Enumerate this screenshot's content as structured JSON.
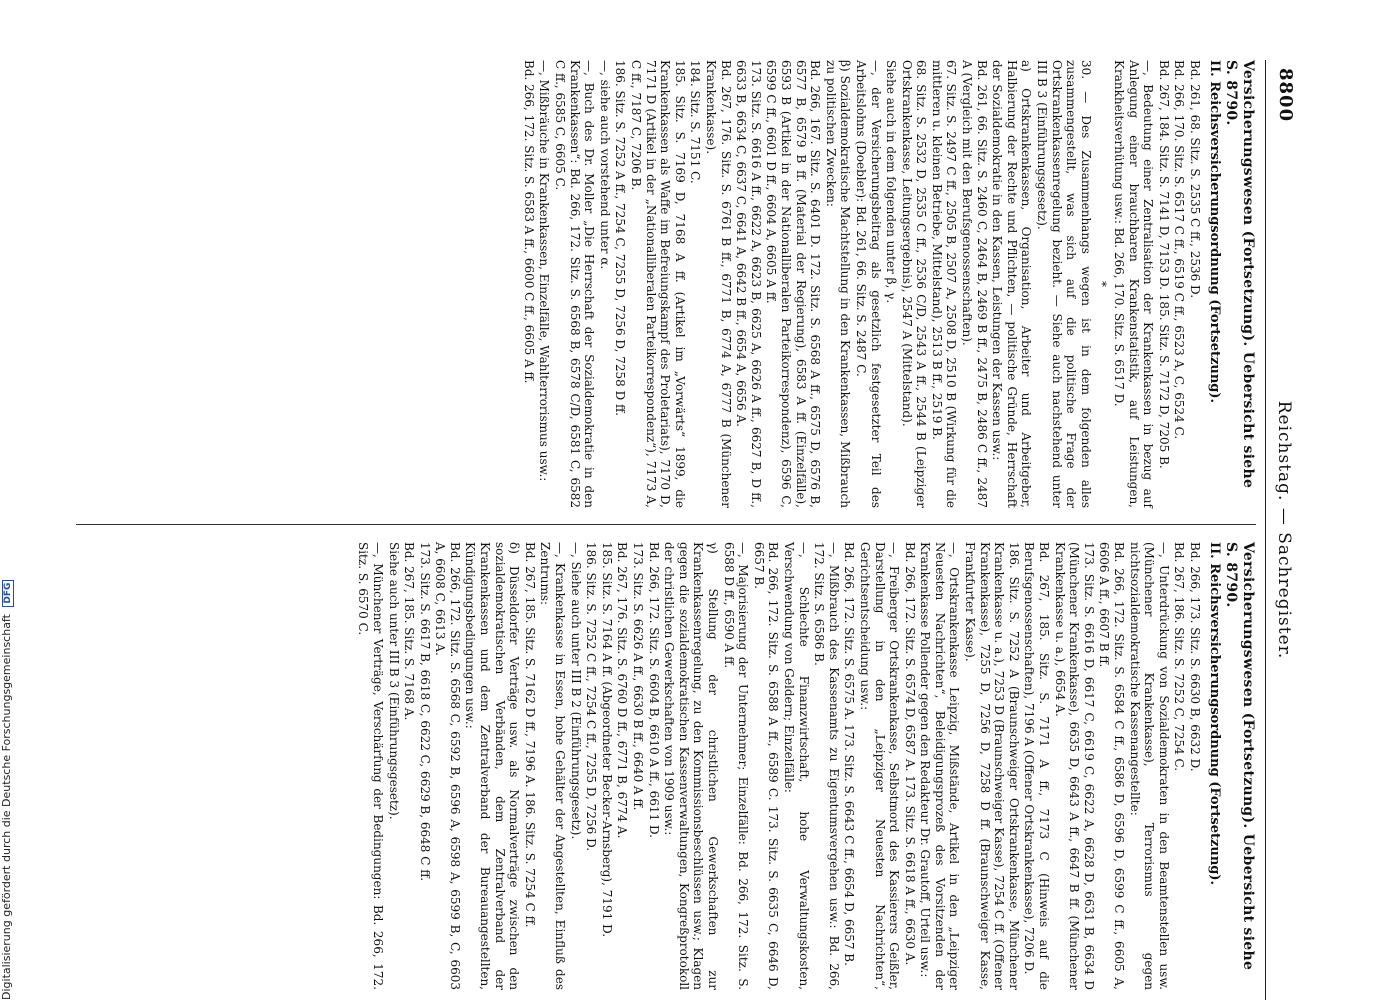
{
  "running_head": {
    "page_number": "8800",
    "title": "Reichstag. — Sachregister."
  },
  "left_column": {
    "heading": "Versicherungswesen (Fortsetzung). Uebersicht siehe S. 8790.",
    "subheading": "II. Reichsversicherungsordnung (Fortsetzung).",
    "entries": [
      "Bd. 261, 68. Sitz. S. 2535 C ff., 2536 D.",
      "Bd. 266, 170. Sitz. S. 6517 C ff., 6519 C ff., 6523 A, C, 6524 C.",
      "Bd. 267, 184. Sitz. S. 7141 D, 7153 D. 185. Sitz. S. 7172 D, 7205 B.",
      "—, Bedeutung einer Zentralisation der Krankenkassen in bezug auf Anlegung einer brauchbaren Krankenstatistik, auf Leistungen, Krankheitsverhütung usw.: Bd. 266, 170. Sitz. S. 6517 D.",
      "*",
      "30. — Des Zusammenhangs wegen ist in dem folgenden alles zusammengestellt, was sich auf die politische Frage der Ortskrankenkassenregelung bezieht. — Siehe auch nachstehend unter III B 3 (Einführungsgesetz).",
      "a) Ortskrankenkassen, Organisation, Arbeiter und Arbeitgeber, Halbierung der Rechte und Pflichten, — politische Gründe, Herrschaft der Sozialdemokratie in den Kassen, Leistungen der Kassen usw.:",
      "Bd. 261, 66. Sitz. S. 2460 C, 2464 B, 2469 B ff., 2475 B, 2486 C ff., 2487 A (Vergleich mit den Berufsgenossenschaften).",
      "67. Sitz. S. 2497 C ff., 2505 B, 2507 A, 2508 D, 2510 B (Wirkung für die mittleren u. kleinen Betriebe, Mittelstand), 2513 B ff., 2519 B.",
      "68. Sitz. S. 2532 D, 2535 C ff., 2536 C/D, 2543 A ff., 2544 B (Leipziger Ortskrankenkasse, Leitungsergebnis), 2547 A (Mittelstand).",
      "Siehe auch in dem folgenden unter β, γ.",
      "—, der Versicherungsbeitrag als gesetzlich festgesetzter Teil des Arbeitslohns (Doebler): Bd. 261, 66. Sitz. S. 2487 C.",
      "β) Sozialdemokratische Machtstellung in den Krankenkassen, Mißbrauch zu politischen Zwecken:",
      "Bd. 266, 167. Sitz. S. 6401 D. 172. Sitz. S. 6568 A ff., 6575 D, 6576 B, 6577 B, 6579 B ff. (Material der Regierung), 6583 A ff. (Einzelfälle), 6593 B (Artikel in der Nationalliberalen Parteikorrespondenz), 6596 C, 6599 C ff., 6601 D ff., 6604 A, 6605 A ff.",
      "173. Sitz. S. 6616 A ff., 6622 A, 6623 B, 6625 A, 6626 A ff., 6627 B, D ff., 6633 B, 6634 C, 6637 C, 6641 A, 6642 B ff., 6654 A, 6656 A.",
      "Bd. 267, 176. Sitz. S. 6761 B ff., 6771 B, 6774 A, 6777 B (Münchener Krankenkasse).",
      "184. Sitz. S. 7151 C.",
      "185. Sitz. S. 7169 D, 7168 A ff. (Artikel im „Vorwärts“ 1899, die Krankenkassen als Waffe im Befreiungskampf des Proletariats), 7170 D, 7171 D (Artikel in der „Nationalliberalen Parteikorrespondenz“), 7173 A, C ff., 7187 C, 7206 B.",
      "186. Sitz. S. 7252 A ff., 7254 C, 7255 D, 7256 D, 7258 D ff.",
      "—, siehe auch vorstehend unter α.",
      "—, Buch des Dr. Moller „Die Herrschaft der Sozialdemokratie in den Krankenkassen“: Bd. 266, 172. Sitz. S. 6568 B, 6578 C/D, 6581 C, 6582 C ff., 6585 C, 6605 C.",
      "—, Mißbräuche in Krankenkassen, Einzelfälle, Wahlterrorismus usw.:",
      "Bd. 266, 172. Sitz. S. 6583 A ff., 6600 C ff., 6605 A ff."
    ]
  },
  "right_column": {
    "heading": "Versicherungswesen (Fortsetzung). Uebersicht siehe S. 8790.",
    "subheading": "II. Reichsversicherungsordnung (Fortsetzung).",
    "entries": [
      "Bd. 266, 173. Sitz. S. 6630 B, 6632 D.",
      "Bd. 267, 186. Sitz. S. 7252 C, 7254 C.",
      "—, Unterdrückung von Sozialdemokraten in den Beamtenstellen usw. (Münchener Krankenkasse), Terrorismus gegen nichtsozialdemokratische Kassenangestellte:",
      "Bd. 266, 172. Sitz. S. 6584 C ff., 6586 D, 6596 D, 6599 C ff., 6605 A, 6606 A ff., 6607 B ff.",
      "173. Sitz. S. 6616 D, 6617 C, 6619 C, 6622 A, 6628 D, 6631 B, 6634 D (Münchener Krankenkasse), 6635 D, 6643 A ff., 6647 B ff. (Münchener Krankenkasse u. a.), 6654 A.",
      "Bd. 267, 185. Sitz. S. 7171 A ff., 7173 C (Hinweis auf die Berufsgenossenschaften), 7196 A (Offener Ortskrankenkasse), 7206 D.",
      "186. Sitz. S. 7252 A (Braunschweiger Ortskrankenkasse, Münchener Krankenkasse u. a.), 7253 D (Braunschweiger Kasse), 7254 C ff. (Offener Krankenkasse), 7255 D, 7256 D, 7258 D ff. (Braunschweiger Kasse, Frankfurter Kasse).",
      "—, Ortskrankenkasse Leipzig, Mißstände, Artikel in den „Leipziger Neuesten Nachrichten“, Beleidigungsprozeß des Vorsitzenden der Krankenkasse Pollender gegen den Redakteur Dr. Grautoff, Urteil usw.:",
      "Bd. 266, 172. Sitz. S. 6574 D, 6587 A. 173. Sitz. S. 6618 A ff., 6630 A.",
      "—, Freiberger Ortskrankenkasse, Selbstmord des Kassierers Geißler, Darstellung in den „Leipziger Neuesten Nachrichten“, Gerichtsentscheidung usw.:",
      "Bd. 266, 172. Sitz. S. 6575 A. 173. Sitz. S. 6643 C ff., 6654 D, 6657 B.",
      "—, Mißbrauch des Kassenamts zu Eigentumsvergehen usw.: Bd. 266, 172. Sitz. S. 6586 B.",
      "—, Schlechte Finanzwirtschaft, hohe Verwaltungskosten, Verschwendung von Geldern; Einzelfälle:",
      "Bd. 266, 172. Sitz. S. 6588 A ff., 6589 C. 173. Sitz. S. 6635 C, 6646 D, 6657 B.",
      "—, Majorisierung der Unternehmer; Einzelfälle: Bd. 266, 172. Sitz. S. 6588 D ff., 6590 A ff.",
      "γ) Stellung der christlichen Gewerkschaften zur Krankenkassenregelung, zu den Kommissionsbeschlüssen usw.; Klagen gegen die sozialdemokratischen Kassenverwaltungen, Kongreßprotokoll der christlichen Gewerkschaften von 1909 usw.:",
      "Bd. 266, 172. Sitz. S. 6604 B, 6610 A ff., 6611 D.",
      "173. Sitz. S. 6626 A ff., 6630 B ff., 6640 A ff.",
      "Bd. 267, 176. Sitz. S. 6760 D ff., 6771 B, 6774 A.",
      "185. Sitz. S. 7164 A ff. (Abgeordneter Becker-Arnsberg), 7191 D.",
      "186. Sitz. S. 7252 C ff., 7254 C ff., 7255 D, 7256 D.",
      "—, Siehe auch unter III B 2 (Einführungsgesetz).",
      "—, Krankenkasse in Essen, hohe Gehälter der Angestellten, Einfluß des Zentrums:",
      "Bd. 267, 185. Sitz. S. 7162 D ff., 7196 A. 186. Sitz. S. 7254 C ff.",
      "δ) Düsseldorfer Verträge usw. als Normalverträge zwischen den sozialdemokratischen Verbänden, dem Zentralverband der Krankenkassen und dem Zentralverband der Bureauangestellten, Kündigungsbedingungen usw.:",
      "Bd. 266, 172. Sitz. S. 6568 C, 6592 B, 6596 A, 6598 A, 6599 B, C, 6603 A, 6608 C, 6613 A.",
      "173. Sitz. S. 6617 B, 6618 C, 6622 C, 6629 B, 6648 C ff.",
      "Bd. 267, 185. Sitz. S. 7168 A.",
      "Siehe auch unter III B 3 (Einführungsgesetz).",
      "—, Münchener Verträge, Verschärfung der Bedingungen: Bd. 266, 172. Sitz. S. 6570 C."
    ]
  },
  "footer": {
    "text": "Digitalisierung gefördert durch die Deutsche Forschungsgemeinschaft",
    "logo": "DFG"
  }
}
